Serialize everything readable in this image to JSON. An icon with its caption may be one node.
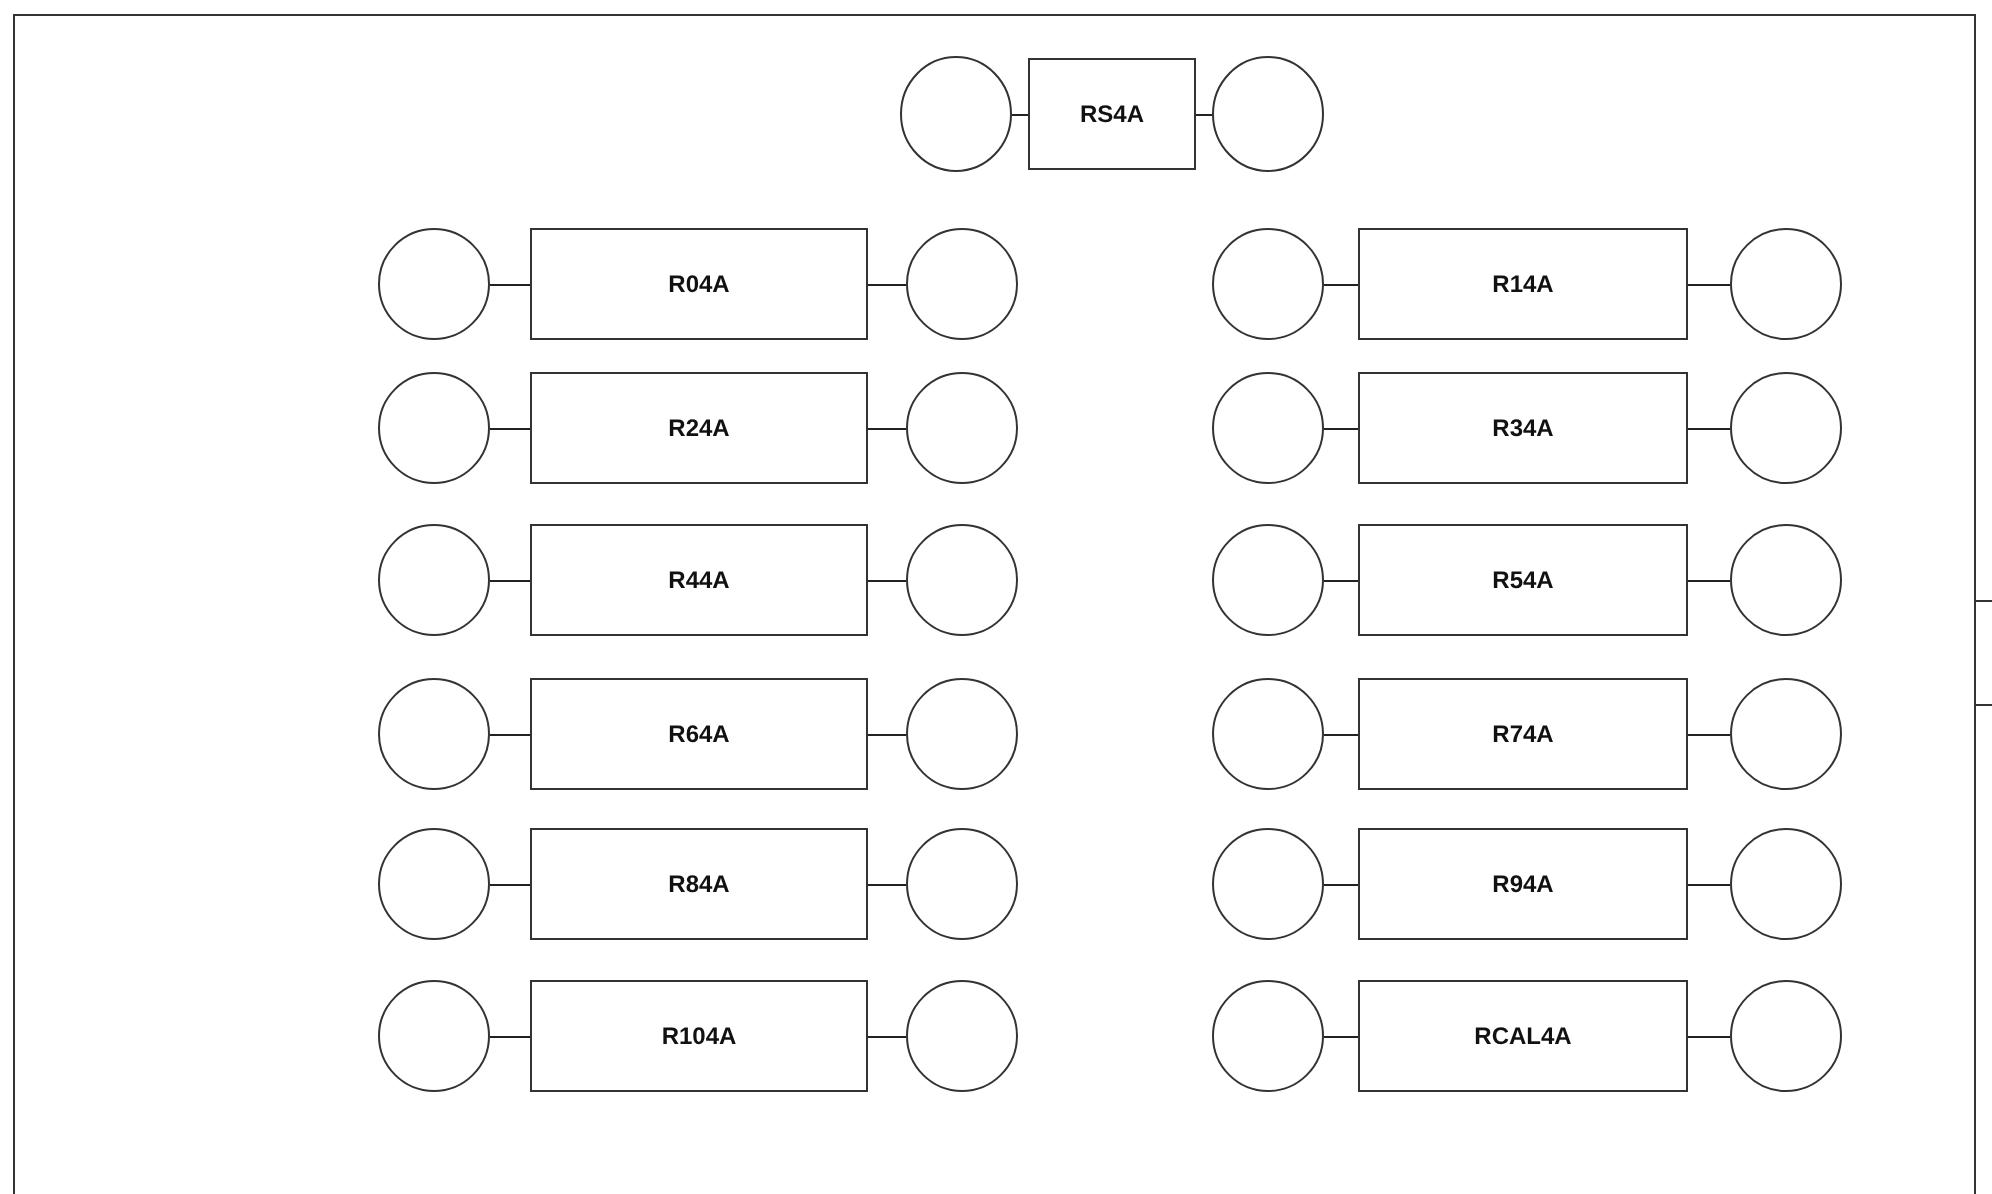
{
  "diagram": {
    "nodes": [
      {
        "text": [],
        "shape": "circle"
      },
      {
        "text": [
          "RS4A"
        ]
      },
      {
        "text": [],
        "shape": "circle"
      },
      {
        "text": [],
        "shape": "circle"
      },
      {
        "text": [
          "R04A"
        ]
      },
      {
        "text": [],
        "shape": "circle"
      },
      {
        "text": [],
        "shape": "circle"
      },
      {
        "text": [
          "R14A"
        ]
      },
      {
        "text": [],
        "shape": "circle"
      },
      {
        "text": [],
        "shape": "circle"
      },
      {
        "text": [
          "R24A"
        ]
      },
      {
        "text": [],
        "shape": "circle"
      },
      {
        "text": [],
        "shape": "circle"
      },
      {
        "text": [
          "R34A"
        ]
      },
      {
        "text": [],
        "shape": "circle"
      },
      {
        "text": [],
        "shape": "circle"
      },
      {
        "text": [
          "R44A"
        ]
      },
      {
        "text": [],
        "shape": "circle"
      },
      {
        "text": [],
        "shape": "circle"
      },
      {
        "text": [
          "R54A"
        ]
      },
      {
        "text": [],
        "shape": "circle"
      },
      {
        "text": [],
        "shape": "circle"
      },
      {
        "text": [
          "R64A"
        ]
      },
      {
        "text": [],
        "shape": "circle"
      },
      {
        "text": [],
        "shape": "circle"
      },
      {
        "text": [
          "R74A"
        ]
      },
      {
        "text": [],
        "shape": "circle"
      },
      {
        "text": [],
        "shape": "circle"
      },
      {
        "text": [
          "R84A"
        ]
      },
      {
        "text": [],
        "shape": "circle"
      },
      {
        "text": [],
        "shape": "circle"
      },
      {
        "text": [
          "R94A"
        ]
      },
      {
        "text": [],
        "shape": "circle"
      },
      {
        "text": [],
        "shape": "circle"
      },
      {
        "text": [
          "R104A"
        ]
      },
      {
        "text": [],
        "shape": "circle"
      },
      {
        "text": [],
        "shape": "circle"
      },
      {
        "text": [
          "RCAL4A"
        ]
      },
      {
        "text": [],
        "shape": "circle"
      }
    ],
    "edges": [
      {
        "from": 0,
        "to": 1,
        "arrow": "none"
      },
      {
        "from": 1,
        "to": 2,
        "arrow": "none"
      },
      {
        "from": 3,
        "to": 4,
        "arrow": "none"
      },
      {
        "from": 4,
        "to": 5,
        "arrow": "none"
      },
      {
        "from": 6,
        "to": 7,
        "arrow": "none"
      },
      {
        "from": 7,
        "to": 8,
        "arrow": "none"
      },
      {
        "from": 9,
        "to": 10,
        "arrow": "none"
      },
      {
        "from": 10,
        "to": 11,
        "arrow": "none"
      },
      {
        "from": 12,
        "to": 13,
        "arrow": "none"
      },
      {
        "from": 13,
        "to": 14,
        "arrow": "none"
      },
      {
        "from": 15,
        "to": 16,
        "arrow": "none"
      },
      {
        "from": 16,
        "to": 17,
        "arrow": "none"
      },
      {
        "from": 18,
        "to": 19,
        "arrow": "none"
      },
      {
        "from": 19,
        "to": 20,
        "arrow": "none"
      },
      {
        "from": 21,
        "to": 22,
        "arrow": "none"
      },
      {
        "from": 22,
        "to": 23,
        "arrow": "none"
      },
      {
        "from": 24,
        "to": 25,
        "arrow": "none"
      },
      {
        "from": 25,
        "to": 26,
        "arrow": "none"
      },
      {
        "from": 27,
        "to": 28,
        "arrow": "none"
      },
      {
        "from": 28,
        "to": 29,
        "arrow": "none"
      },
      {
        "from": 30,
        "to": 31,
        "arrow": "none"
      },
      {
        "from": 31,
        "to": 32,
        "arrow": "none"
      },
      {
        "from": 33,
        "to": 34,
        "arrow": "none"
      },
      {
        "from": 34,
        "to": 35,
        "arrow": "none"
      },
      {
        "from": 36,
        "to": 37,
        "arrow": "none"
      },
      {
        "from": 37,
        "to": 38,
        "arrow": "none"
      }
    ]
  }
}
